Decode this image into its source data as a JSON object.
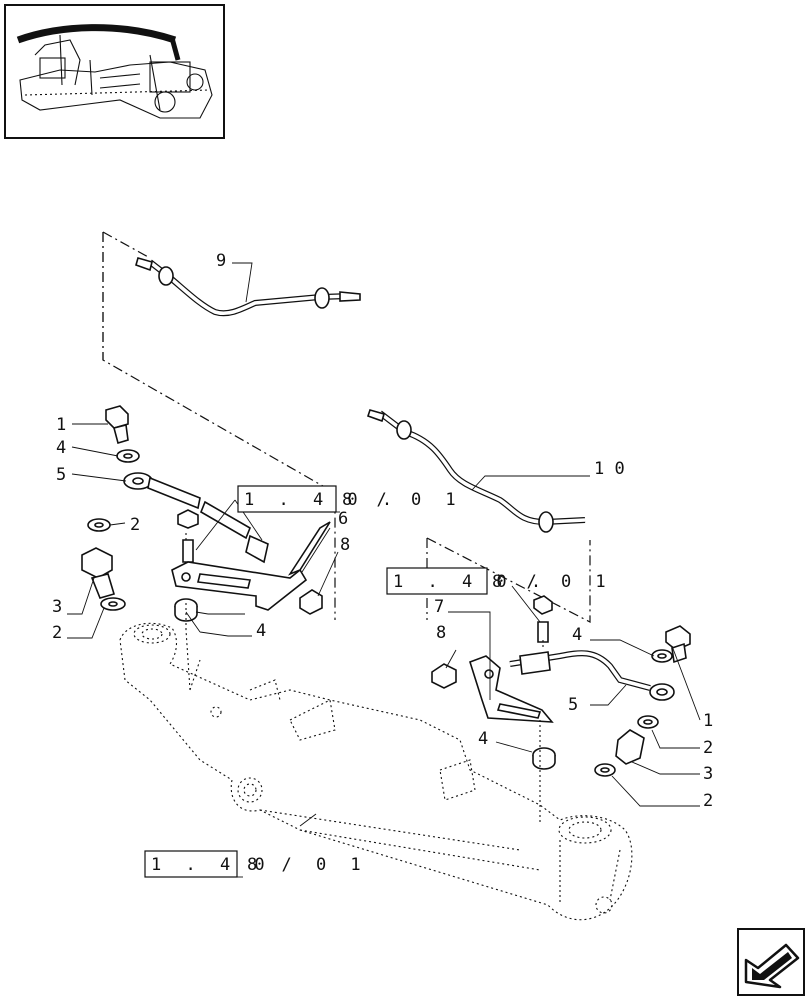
{
  "callouts": {
    "c1a": "1",
    "c4a": "4",
    "c5a": "5",
    "c2a": "2",
    "c3a": "3",
    "c2b": "2",
    "c6": "6",
    "c8a": "8",
    "c4b": "4",
    "c9": "9",
    "c10": "1 0",
    "c7": "7",
    "c8b": "8",
    "c4c": "4",
    "c5b": "5",
    "c4d": "4",
    "c1b": "1",
    "c2c": "2",
    "c3b": "3",
    "c2d": "2"
  },
  "references": {
    "ref_left_box": "1 . 4 0 .",
    "ref_left_tail": "8 / 0 1",
    "ref_mid_box": "1 . 4 0 .",
    "ref_mid_tail": "8 / 0 1",
    "ref_bottom_box": "1 . 4 0",
    "ref_bottom_tail": "8 / 0 1"
  },
  "icons": {
    "thumbnail": "axle-locator-thumbnail",
    "nav": "next-page-arrow-icon"
  }
}
